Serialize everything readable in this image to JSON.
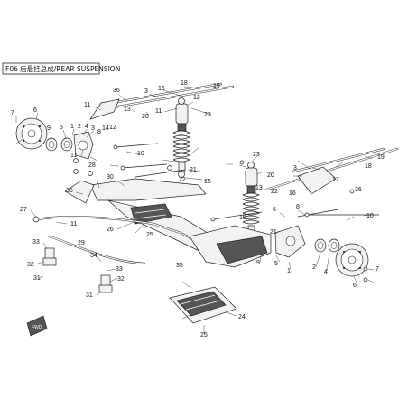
{
  "title": "F06 后悬挂总成/REAR SUSPENSION",
  "callouts": [
    {
      "id": "36",
      "text": "36"
    },
    {
      "id": "3a",
      "text": "3"
    },
    {
      "id": "16a",
      "text": "16"
    },
    {
      "id": "18a",
      "text": "18"
    },
    {
      "id": "19a",
      "text": "19"
    },
    {
      "id": "11a",
      "text": "11"
    },
    {
      "id": "13a",
      "text": "13"
    },
    {
      "id": "20a",
      "text": "20"
    },
    {
      "id": "11b",
      "text": "11"
    },
    {
      "id": "12a",
      "text": "12"
    },
    {
      "id": "23a",
      "text": "23"
    },
    {
      "id": "7a",
      "text": "7"
    },
    {
      "id": "6a",
      "text": "6"
    },
    {
      "id": "9a",
      "text": "9"
    },
    {
      "id": "5a",
      "text": "5"
    },
    {
      "id": "1a",
      "text": "1"
    },
    {
      "id": "2a",
      "text": "2"
    },
    {
      "id": "4a",
      "text": "4"
    },
    {
      "id": "3b",
      "text": "3"
    },
    {
      "id": "8a",
      "text": "8"
    },
    {
      "id": "14a",
      "text": "14"
    },
    {
      "id": "12b",
      "text": "12"
    },
    {
      "id": "10a",
      "text": "10"
    },
    {
      "id": "21a",
      "text": "21"
    },
    {
      "id": "22a",
      "text": "22"
    },
    {
      "id": "15a",
      "text": "15"
    },
    {
      "id": "11c",
      "text": "11"
    },
    {
      "id": "28a",
      "text": "28"
    },
    {
      "id": "30a",
      "text": "30"
    },
    {
      "id": "35a",
      "text": "35"
    },
    {
      "id": "27a",
      "text": "27"
    },
    {
      "id": "11d",
      "text": "11"
    },
    {
      "id": "33a",
      "text": "33"
    },
    {
      "id": "29a",
      "text": "29"
    },
    {
      "id": "32a",
      "text": "32"
    },
    {
      "id": "31a",
      "text": "31"
    },
    {
      "id": "34a",
      "text": "34"
    },
    {
      "id": "33b",
      "text": "33"
    },
    {
      "id": "32b",
      "text": "32"
    },
    {
      "id": "31b",
      "text": "31"
    },
    {
      "id": "26a",
      "text": "26"
    },
    {
      "id": "25a",
      "text": "25"
    },
    {
      "id": "6b",
      "text": "6"
    },
    {
      "id": "9b",
      "text": "9"
    },
    {
      "id": "5b",
      "text": "5"
    },
    {
      "id": "1b",
      "text": "1"
    },
    {
      "id": "2b",
      "text": "2"
    },
    {
      "id": "4b",
      "text": "4"
    },
    {
      "id": "7b",
      "text": "7"
    },
    {
      "id": "3c",
      "text": "3"
    },
    {
      "id": "17a",
      "text": "17"
    },
    {
      "id": "18b",
      "text": "18"
    },
    {
      "id": "19b",
      "text": "19"
    },
    {
      "id": "36b",
      "text": "36"
    },
    {
      "id": "16b",
      "text": "16"
    },
    {
      "id": "10b",
      "text": "10"
    },
    {
      "id": "8b",
      "text": "8"
    },
    {
      "id": "24a",
      "text": "24"
    },
    {
      "id": "25b",
      "text": "25"
    },
    {
      "id": "35b",
      "text": "35"
    },
    {
      "id": "13b",
      "text": "13"
    },
    {
      "id": "23b",
      "text": "23"
    },
    {
      "id": "20b",
      "text": "20"
    },
    {
      "id": "22b",
      "text": "22"
    },
    {
      "id": "21b",
      "text": "21"
    },
    {
      "id": "15b",
      "text": "15"
    },
    {
      "id": "6c",
      "text": "6"
    }
  ]
}
